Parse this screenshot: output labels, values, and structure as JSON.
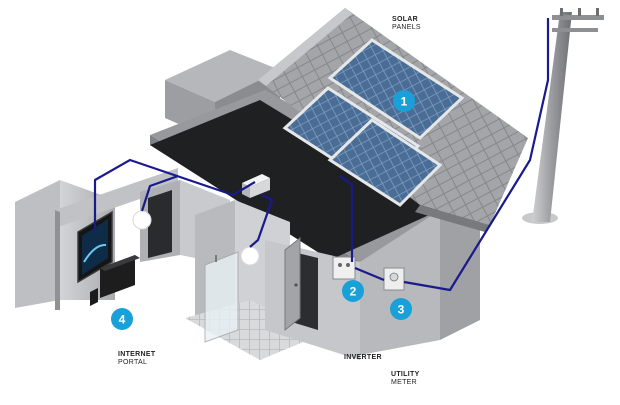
{
  "labels": {
    "solar_panels": {
      "line1": "SOLAR",
      "line2": "PANELS"
    },
    "internet_portal": {
      "line1": "INTERNET",
      "line2": "PORTAL"
    },
    "inverter": {
      "line1": "INVERTER"
    },
    "utility_meter": {
      "line1": "UTILITY",
      "line2": "METER"
    }
  },
  "badges": [
    "1",
    "2",
    "3",
    "4"
  ],
  "colors": {
    "badge": "#1aa0d8",
    "wire": "#1a1a8c",
    "roof": "#9a9ca0",
    "wall": "#c4c5c8",
    "panel": "#3e5f86",
    "floor": "#ffffff"
  }
}
